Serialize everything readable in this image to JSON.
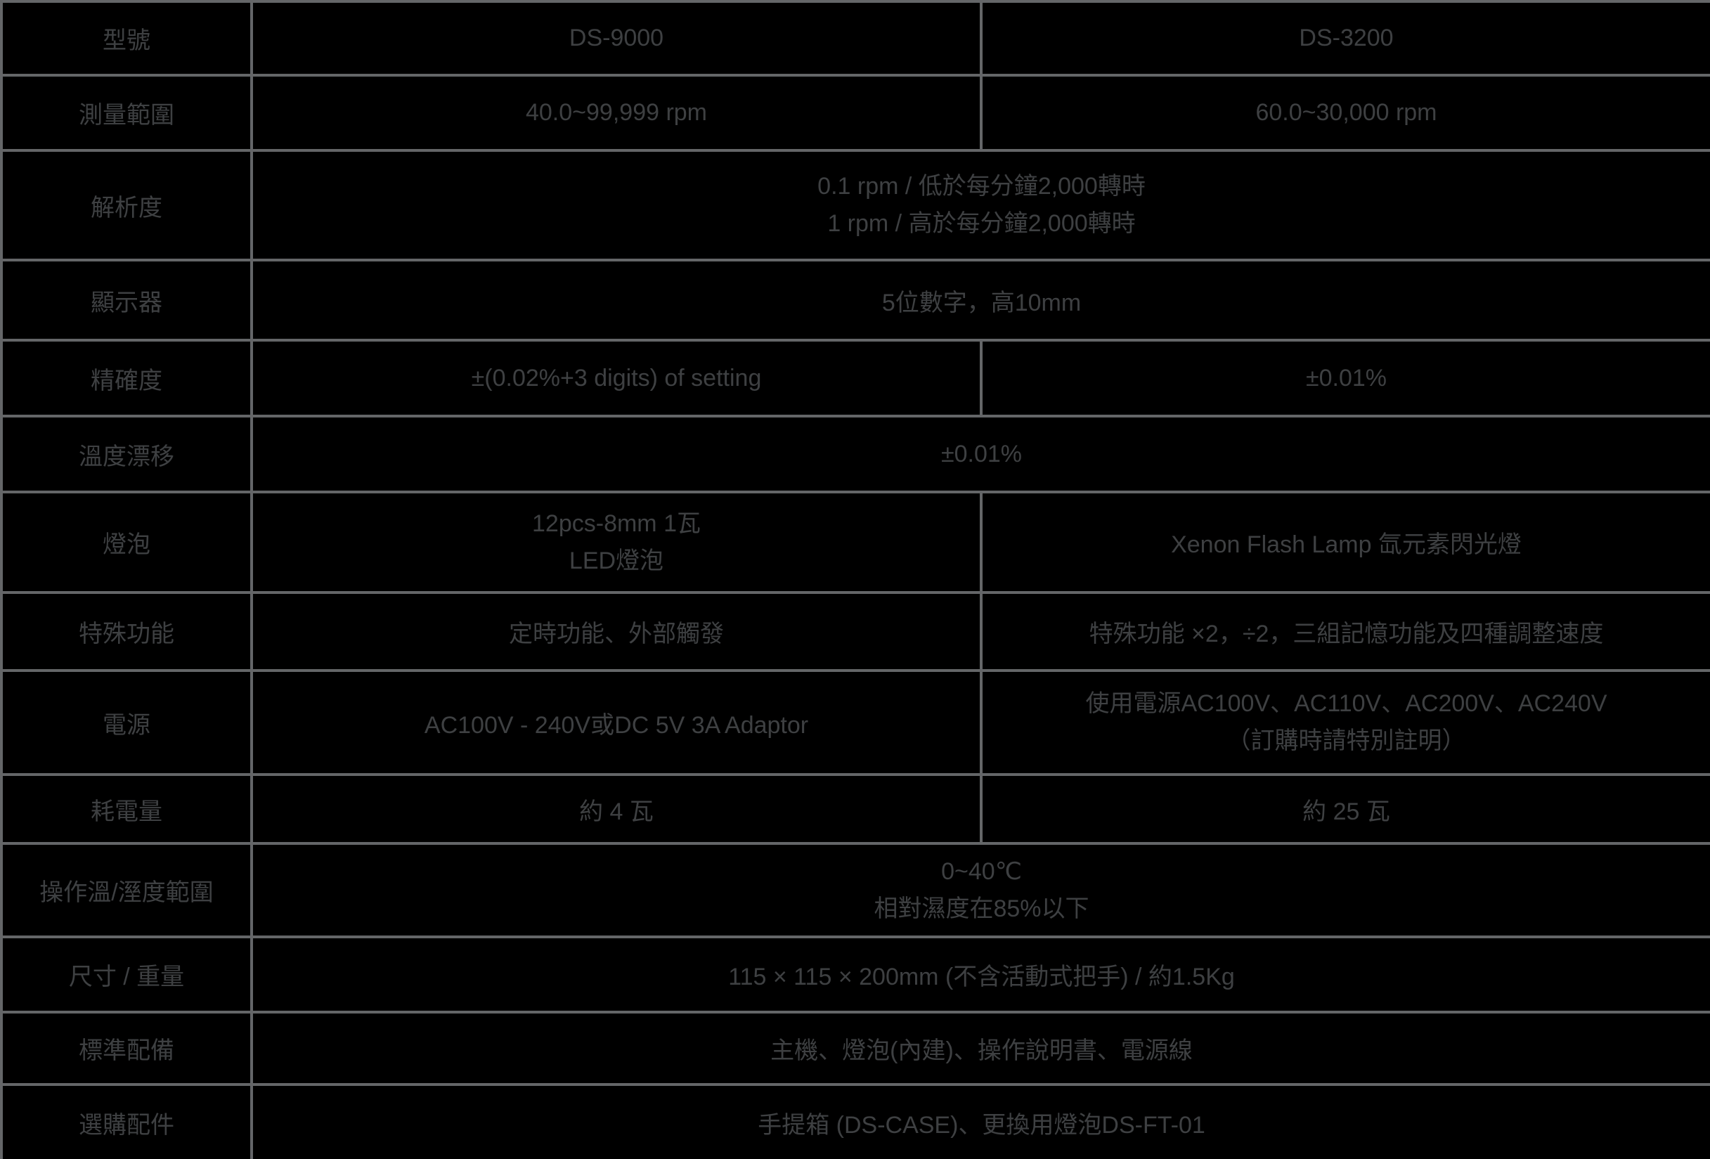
{
  "colors": {
    "background": "#000000",
    "border": "#646668",
    "text": "#3e4042"
  },
  "table": {
    "description_models": [
      "DS-9000",
      "DS-3200"
    ],
    "rows": [
      {
        "label": "型號",
        "ds9000": "DS-9000",
        "ds3200": "DS-3200"
      },
      {
        "label": "測量範圍",
        "ds9000": "40.0~99,999 rpm",
        "ds3200": "60.0~30,000 rpm"
      },
      {
        "label": "解析度",
        "merged_lines": [
          "0.1 rpm / 低於每分鐘2,000轉時",
          "1 rpm / 高於每分鐘2,000轉時"
        ]
      },
      {
        "label": "顯示器",
        "merged_lines": [
          "5位數字，高10mm"
        ]
      },
      {
        "label": "精確度",
        "ds9000": "±(0.02%+3 digits) of setting",
        "ds3200": "±0.01%"
      },
      {
        "label": "溫度漂移",
        "merged_lines": [
          "±0.01%"
        ]
      },
      {
        "label": "燈泡",
        "ds9000_lines": [
          "12pcs-8mm 1瓦",
          "LED燈泡"
        ],
        "ds3200": "Xenon Flash Lamp 氙元素閃光燈"
      },
      {
        "label": "特殊功能",
        "ds9000": "定時功能、外部觸發",
        "ds3200": "特殊功能 ×2，÷2，三組記憶功能及四種調整速度"
      },
      {
        "label": "電源",
        "ds9000": "AC100V - 240V或DC 5V 3A Adaptor",
        "ds3200_lines": [
          "使用電源AC100V、AC110V、AC200V、AC240V",
          "（訂購時請特別註明）"
        ]
      },
      {
        "label": "耗電量",
        "ds9000": "約 4 瓦",
        "ds3200": "約 25 瓦"
      },
      {
        "label": "操作溫/溼度範圍",
        "merged_lines": [
          "0~40℃",
          "相對濕度在85%以下"
        ]
      },
      {
        "label": "尺寸 / 重量",
        "merged_lines": [
          "115 × 115 × 200mm (不含活動式把手) / 約1.5Kg"
        ]
      },
      {
        "label": "標準配備",
        "merged_lines": [
          "主機、燈泡(內建)、操作說明書、電源線"
        ]
      },
      {
        "label": "選購配件",
        "merged_lines": [
          "手提箱 (DS-CASE)、更換用燈泡DS-FT-01"
        ]
      }
    ]
  }
}
